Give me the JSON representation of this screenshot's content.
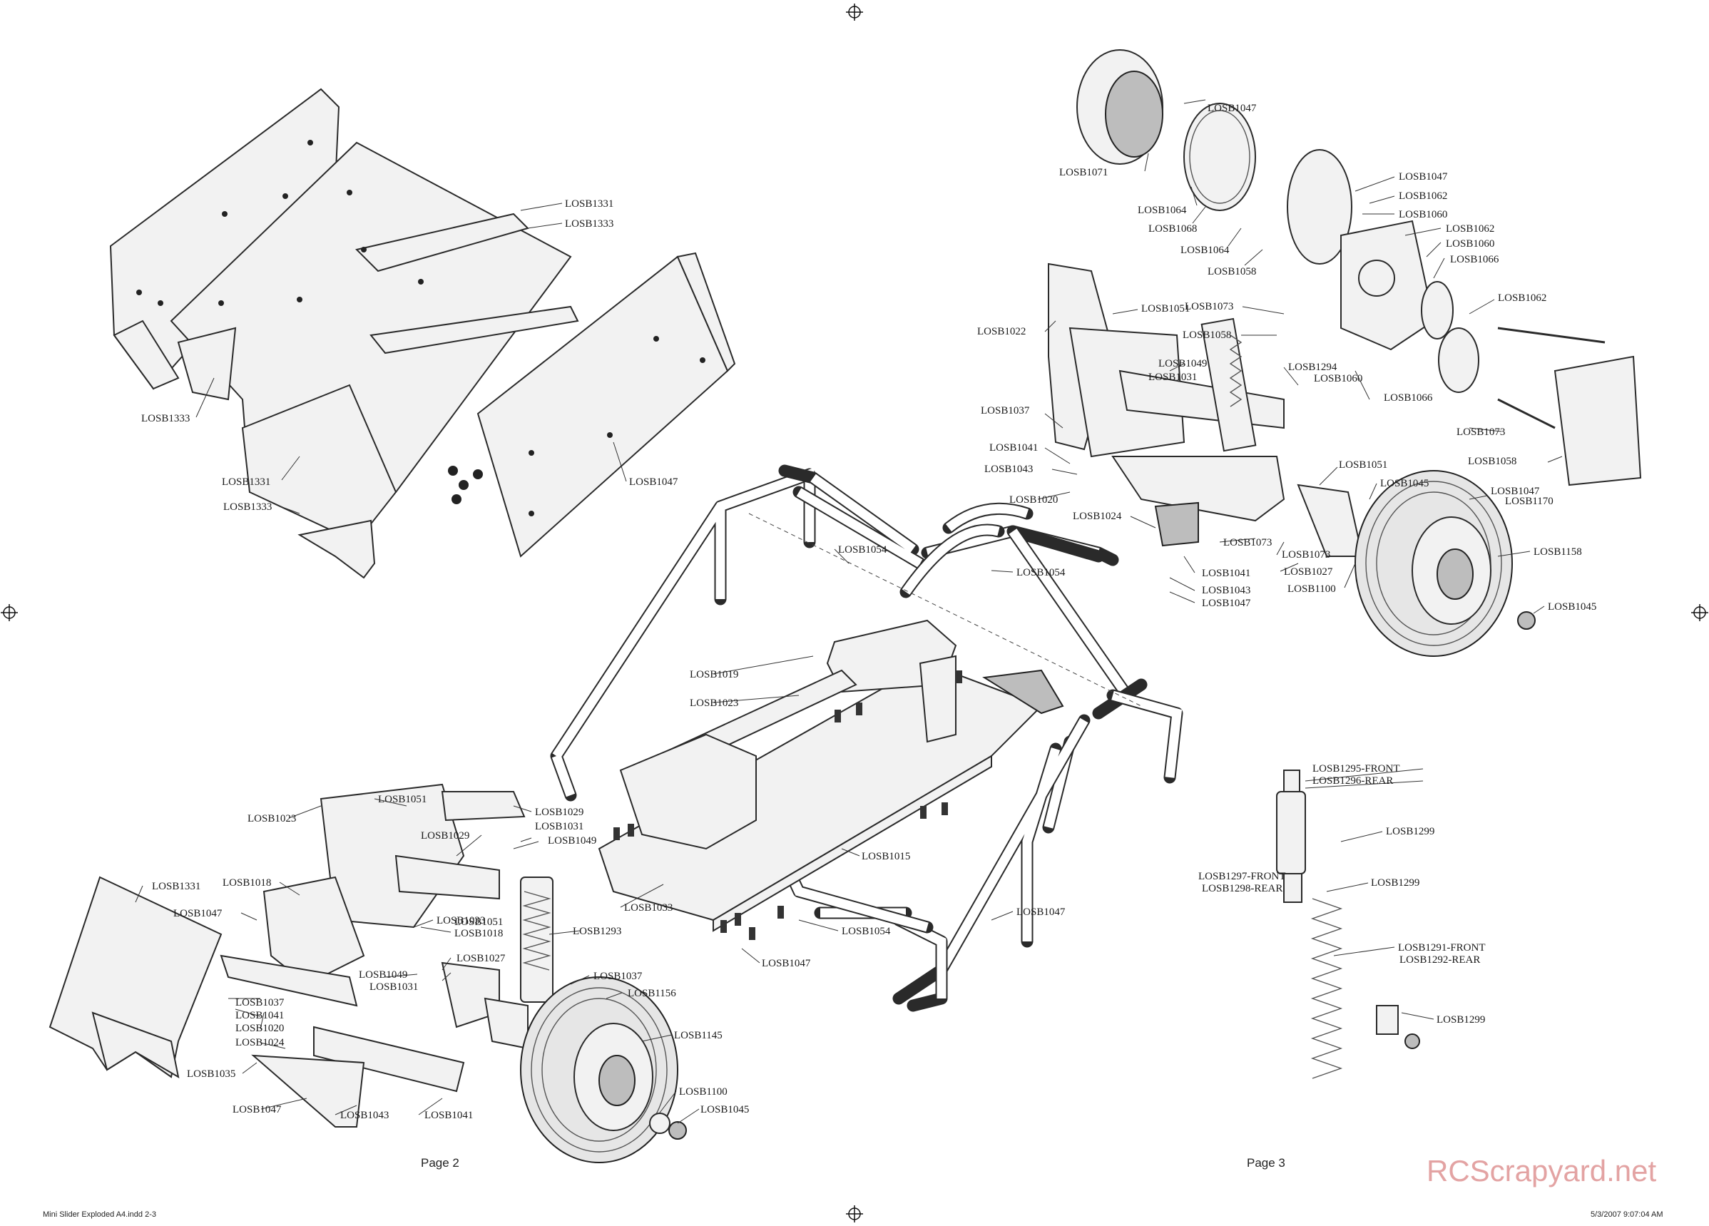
{
  "pages": {
    "left": "Page 2",
    "right": "Page 3"
  },
  "footer": {
    "file": "Mini Slider Exploded A4.indd   2-3",
    "timestamp": "5/3/2007   9:07:04 AM"
  },
  "watermark": "RCScrapyard.net",
  "labels": {
    "l1": "LOSB1047",
    "l2": "LOSB1071",
    "l3": "LOSB1064",
    "l4": "LOSB1068",
    "l5": "LOSB1064",
    "l6": "LOSB1058",
    "l7": "LOSB1047",
    "l8": "LOSB1062",
    "l9": "LOSB1060",
    "l10": "LOSB1062",
    "l11": "LOSB1060",
    "l12": "LOSB1066",
    "l13": "LOSB1062",
    "l14": "LOSB1073",
    "l15": "LOSB1058",
    "l16": "LOSB1294",
    "l17": "LOSB1060",
    "l18": "LOSB1066",
    "l19": "LOSB1073",
    "l20": "LOSB1058",
    "l21": "LOSB1022",
    "l22": "LOSB1051",
    "l23": "LOSB1049",
    "l24": "LOSB1031",
    "l25": "LOSB1037",
    "l26": "LOSB1041",
    "l27": "LOSB1043",
    "l28": "LOSB1020",
    "l29": "LOSB1024",
    "l30": "LOSB1051",
    "l31": "LOSB1045",
    "l32": "LOSB1047",
    "l33": "LOSB1170",
    "l34": "LOSB1073",
    "l35": "LOSB1073",
    "l36": "LOSB1027",
    "l37": "LOSB1100",
    "l38": "LOSB1158",
    "l39": "LOSB1041",
    "l40": "LOSB1043",
    "l41": "LOSB1047",
    "l42": "LOSB1045",
    "l43": "LOSB1331",
    "l44": "LOSB1333",
    "l45": "LOSB1333",
    "l46": "LOSB1331",
    "l47": "LOSB1333",
    "l48": "LOSB1047",
    "l49": "LOSB1054",
    "l50": "LOSB1054",
    "l51": "LOSB1019",
    "l52": "LOSB1023",
    "l53": "LOSB1015",
    "l54": "LOSB1033",
    "l55": "LOSB1054",
    "l56": "LOSB1047",
    "l57": "LOSB1047",
    "l58": "LOSB1023",
    "l59": "LOSB1051",
    "l60": "LOSB1029",
    "l61": "LOSB1031",
    "l62": "LOSB1029",
    "l63": "LOSB1049",
    "l64": "LOSB1018",
    "l65": "LOSB1331",
    "l66": "LOSB1047",
    "l67": "LOSB1033",
    "l68": "LOSB1051",
    "l69": "LOSB1018",
    "l70": "LOSB1293",
    "l71": "LOSB1027",
    "l72": "LOSB1049",
    "l73": "LOSB1031",
    "l74": "LOSB1037",
    "l75": "LOSB1156",
    "l76": "LOSB1037",
    "l77": "LOSB1041",
    "l78": "LOSB1020",
    "l79": "LOSB1024",
    "l80": "LOSB1145",
    "l81": "LOSB1035",
    "l82": "LOSB1100",
    "l83": "LOSB1045",
    "l84": "LOSB1047",
    "l85": "LOSB1043",
    "l86": "LOSB1041",
    "l87": "LOSB1295-FRONT",
    "l88": "LOSB1296-REAR",
    "l89": "LOSB1299",
    "l90": "LOSB1297-FRONT",
    "l91": "LOSB1298-REAR",
    "l92": "LOSB1299",
    "l93": "LOSB1291-FRONT",
    "l94": "LOSB1292-REAR",
    "l95": "LOSB1299"
  }
}
